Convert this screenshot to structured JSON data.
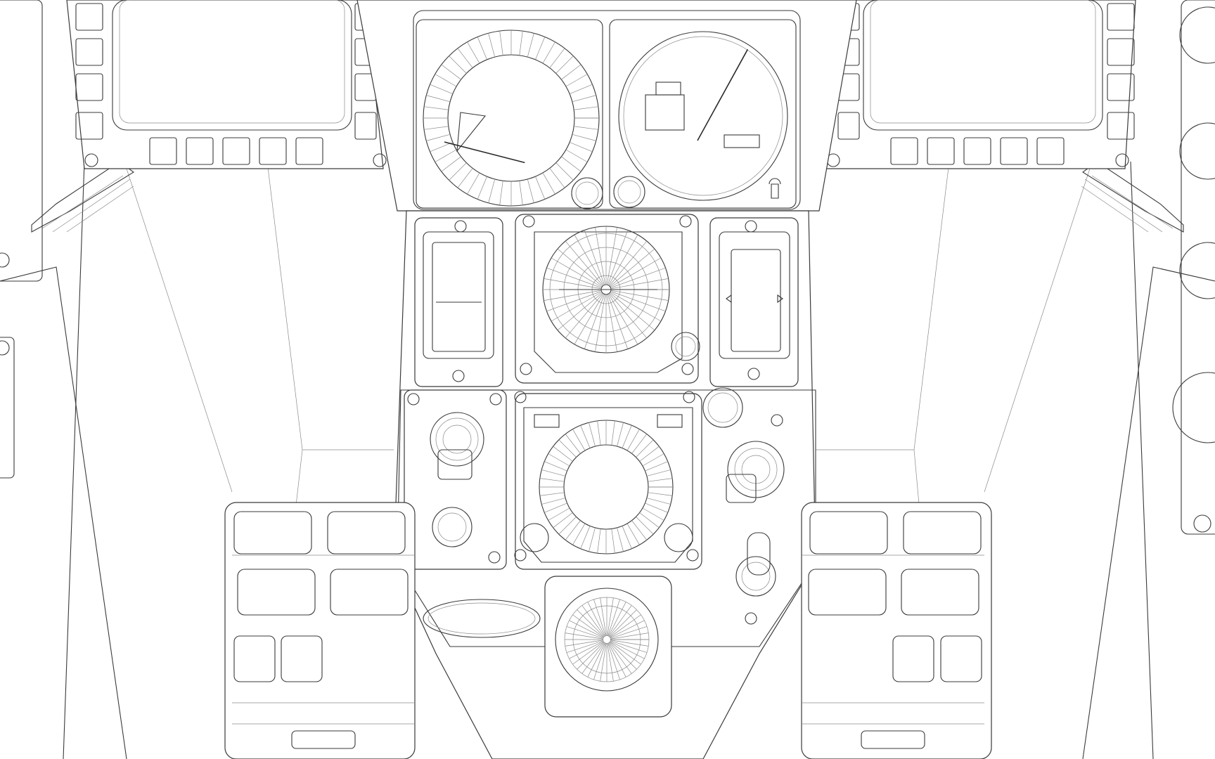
{
  "scene": {
    "subject": "cockpit-instrument-panel",
    "style": "wireframe-line-art",
    "colors": {
      "background": "#ffffff",
      "line": "#3a3a3a",
      "fine_line": "#8a8a8a"
    }
  },
  "gauges": [
    {
      "id": "upper-left-dial",
      "needle_value": 0.62
    },
    {
      "id": "upper-right-dial",
      "needle_value": 0.08
    },
    {
      "id": "center-radar-scope"
    },
    {
      "id": "lower-center-dial"
    }
  ]
}
